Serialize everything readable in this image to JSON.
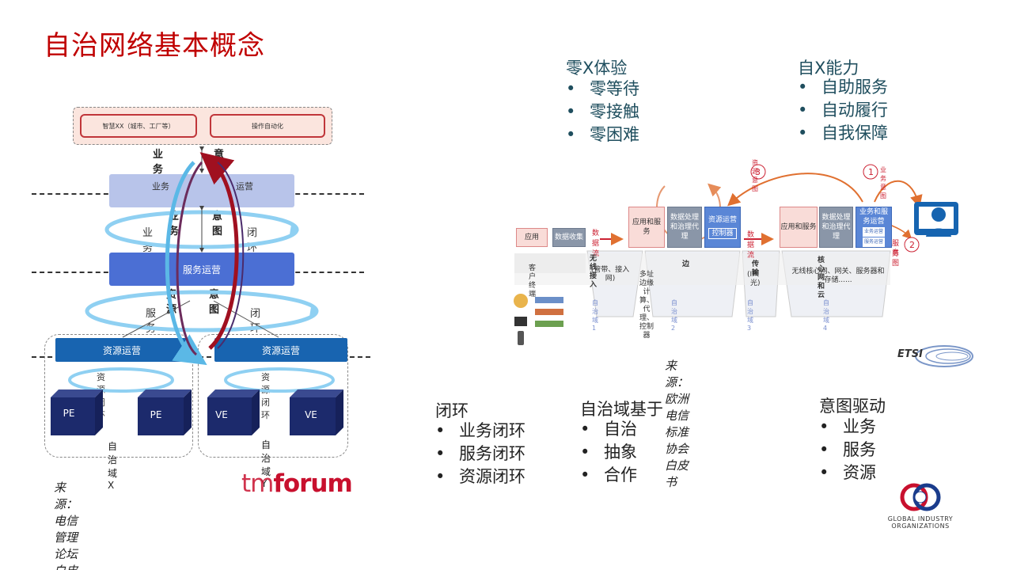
{
  "title": "自治网络基本概念",
  "left_diagram": {
    "top_box_left": "智慧XX（城市、工厂等）",
    "top_box_right": "操作自动化",
    "top_label_business": "业务",
    "top_label_intent": "意图",
    "layer1_business": "业务",
    "layer1_ops": "运营",
    "mid_label_business": "业务",
    "mid_label_intent": "意图",
    "loop1_left": "业务",
    "loop1_right": "闭环",
    "service_ops": "服务运营",
    "mid2_label_resource": "资源",
    "mid2_label_intent": "意图",
    "loop2_left": "服务",
    "loop2_right": "闭环",
    "resource_ops_left": "资源运营",
    "resource_ops_right": "资源运营",
    "res_loop_left": "资源闭环",
    "res_loop_right": "资源闭环",
    "cube_pe_1": "PE",
    "cube_pe_2": "PE",
    "cube_ve_1": "VE",
    "cube_ve_2": "VE",
    "domain_x": "自治域X",
    "domain_y": "自治域Y",
    "source": "来源：电信管理论坛白皮书",
    "logo_tm": "tm",
    "logo_forum": "forum"
  },
  "zero_x": {
    "heading": "零X体验",
    "items": [
      "零等待",
      "零接触",
      "零困难"
    ]
  },
  "self_x": {
    "heading": "自X能力",
    "items": [
      "自助服务",
      "自动履行",
      "自我保障"
    ]
  },
  "etsi": {
    "flow_1": "业务意图",
    "flow_2_a": "服务",
    "flow_2_b": "意图",
    "flow_3": "资源意图",
    "num_1": "1",
    "num_2": "2",
    "num_3": "3",
    "app": "应用",
    "data_collect": "数据收集",
    "data_flow_1": "数据流",
    "data_flow_2": "数据流",
    "app_service_1": "应用和服务",
    "data_proc_1": "数据处理和治理代理",
    "res_ops": "资源运营",
    "controller": "控制器",
    "app_service_2": "应用和服务",
    "data_proc_2": "数据处理和治理代理",
    "biz_service": "业务和服务运营",
    "sub_a": "业务运营",
    "sub_b": "服务运营",
    "bar_customer": "客户终端",
    "bar_wireless_title": "无线接入",
    "bar_wireless_sub": "(管带、接入网)",
    "bar_edge_title": "边",
    "bar_edge_sub": "多址边缘计算、代理、控制器",
    "bar_trans_title": "传输",
    "bar_trans_sub": "(IP、光)",
    "bar_core_title": "核心网和云",
    "bar_core_sub": "无线核心网、网关、服务器和存储......",
    "dom1": "自治域1",
    "dom2": "自治域2",
    "dom3": "自治域3",
    "dom4": "自治域4",
    "source": "来源：欧洲电信标准协会白皮书",
    "logo": "ETSI"
  },
  "closed_loop": {
    "heading": "闭环",
    "items": [
      "业务闭环",
      "服务闭环",
      "资源闭环"
    ]
  },
  "autonomous_domain": {
    "heading": "自治域基于",
    "items": [
      "自治",
      "抽象",
      "合作"
    ]
  },
  "intent_driven": {
    "heading": "意图驱动",
    "items": [
      "业务",
      "服务",
      "资源"
    ]
  },
  "gio": {
    "line1": "GLOBAL INDUSTRY",
    "line2": "ORGANIZATIONS"
  },
  "colors": {
    "title": "#c00000",
    "accent_red": "#a01020",
    "loop_blue": "#5bb8e6",
    "resource_blue": "#1864b0",
    "service_blue": "#4b6fd4"
  }
}
